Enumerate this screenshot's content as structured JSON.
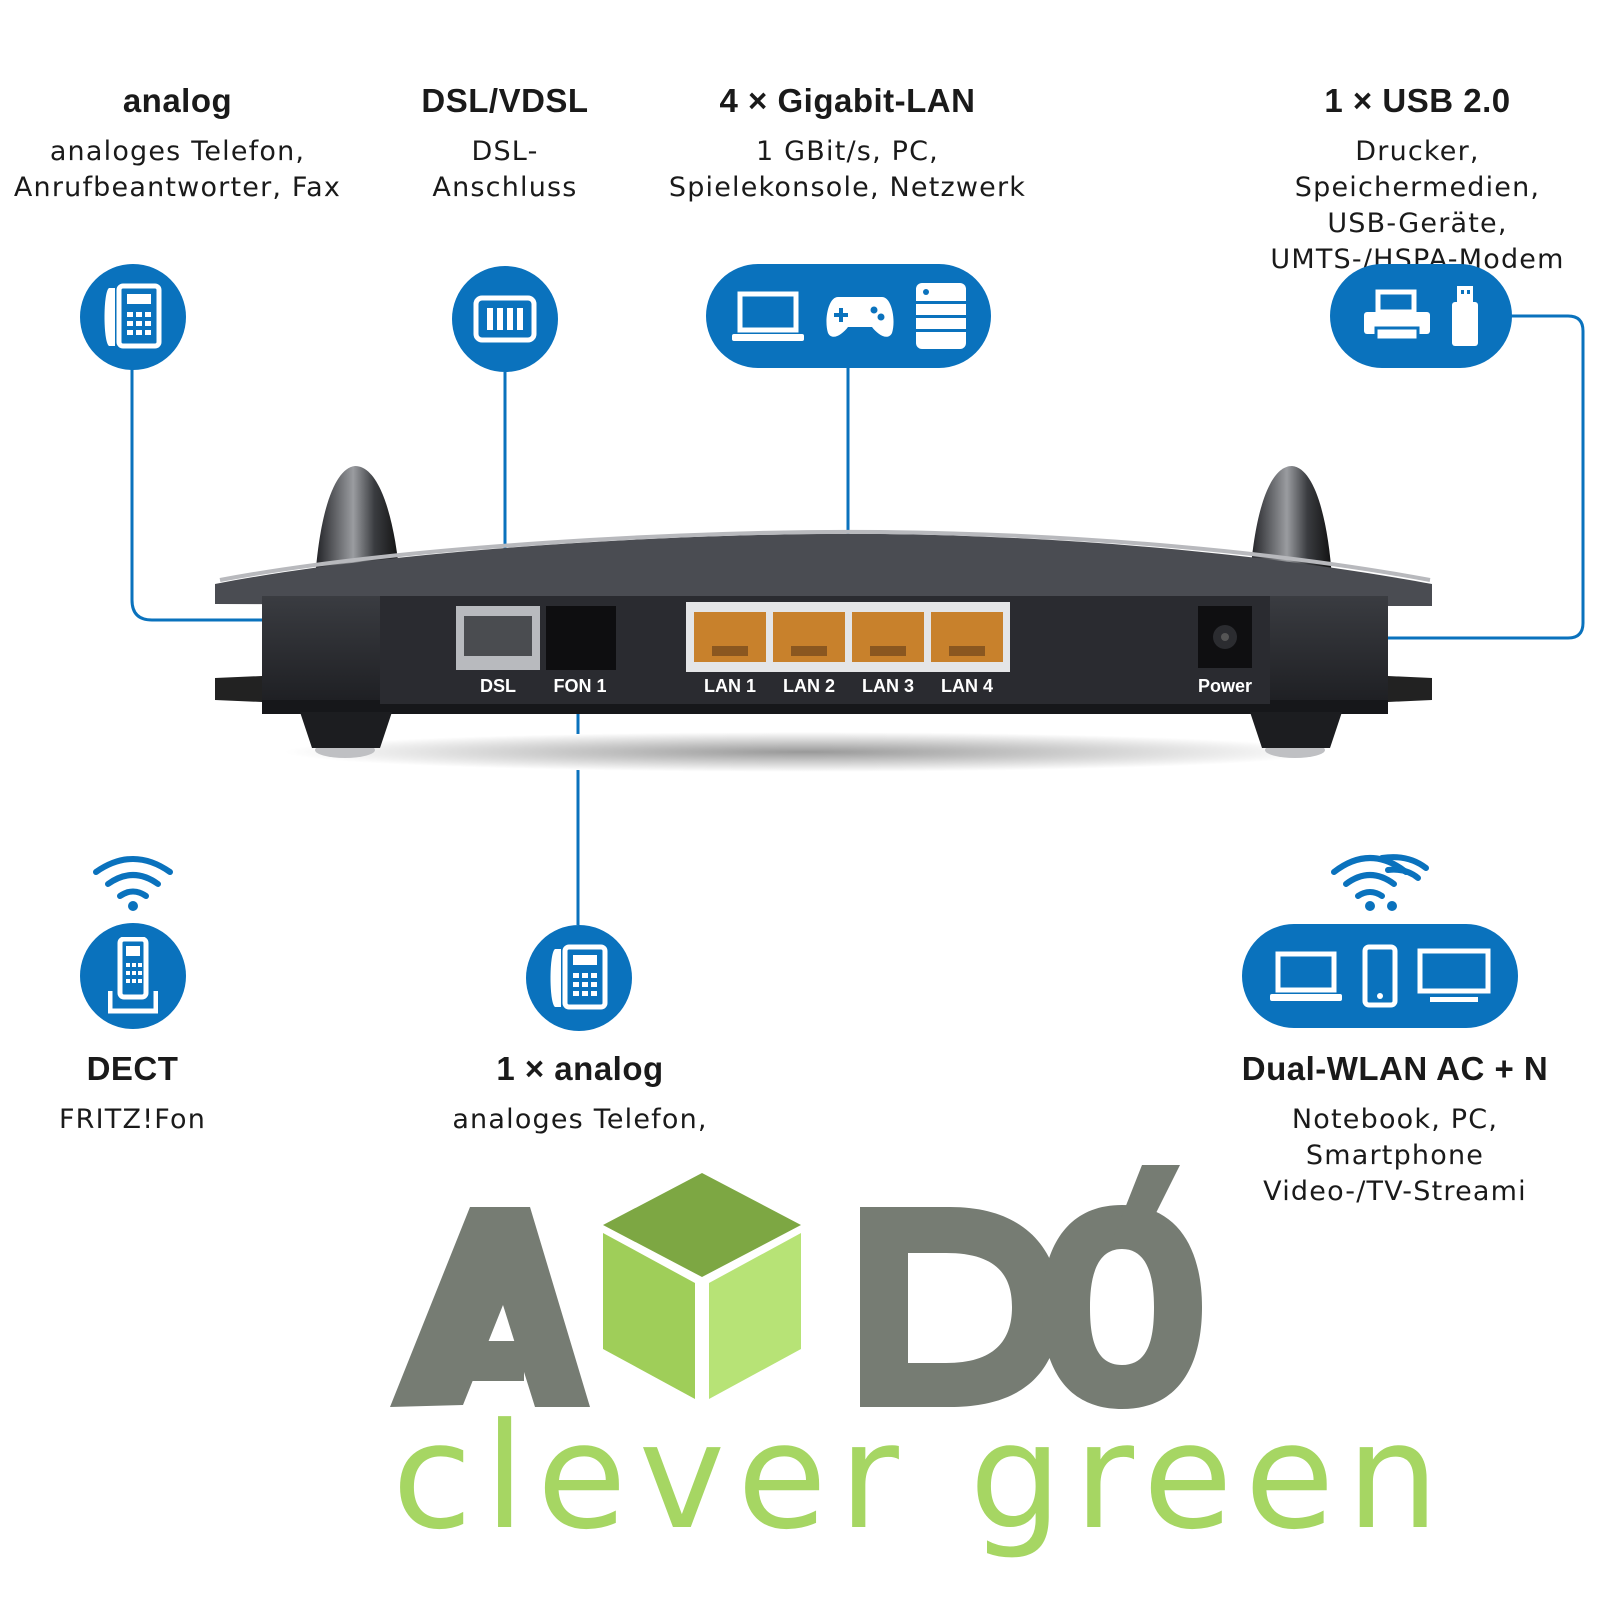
{
  "features": {
    "analog": {
      "title": "analog",
      "desc": "analoges Telefon,\nAnrufbeantworter, Fax"
    },
    "dsl": {
      "title": "DSL/VDSL",
      "desc": "DSL-\nAnschluss"
    },
    "lan": {
      "title": "4 × Gigabit-LAN",
      "desc": "1 GBit/s, PC,\nSpielekonsole, Netzwerk"
    },
    "usb": {
      "title": "1 × USB 2.0",
      "desc": "Drucker, Speichermedien,\nUSB-Geräte,\nUMTS-/HSPA-Modem"
    },
    "dect": {
      "title": "DECT",
      "desc": "FRITZ!Fon"
    },
    "analog_one": {
      "title": "1 × analog",
      "desc": "analoges Telefon,"
    },
    "wlan": {
      "title": "Dual-WLAN AC + N",
      "desc": "Notebook, PC,\nSmartphone\nVideo-/TV-Streami"
    }
  },
  "ports": [
    "DSL",
    "FON 1",
    "LAN 1",
    "LAN 2",
    "LAN 3",
    "LAN 4",
    "Power"
  ],
  "logo": {
    "wordmark": "AYDO",
    "tagline": "clever green"
  },
  "colors": {
    "accent_blue": "#0a72bd",
    "logo_gray": "#767c73",
    "logo_green": "#a6d663",
    "device_dark": "#2b2d31",
    "port_orange": "#c8812c"
  },
  "icons": [
    "desk-phone-icon",
    "dsl-splitter-icon",
    "laptop-icon",
    "gamepad-icon",
    "server-icon",
    "printer-icon",
    "usb-stick-icon",
    "wifi-icon",
    "cordless-phone-icon",
    "smartphone-icon",
    "monitor-icon"
  ]
}
